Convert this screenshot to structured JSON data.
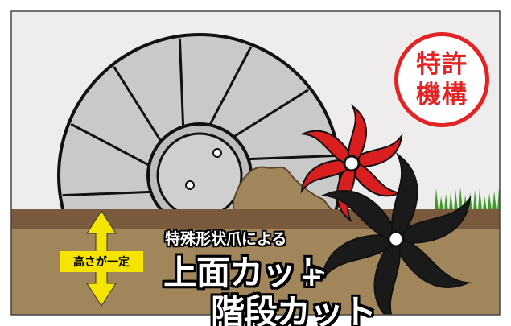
{
  "badge": {
    "line1": "特許",
    "line2": "機構",
    "color": "#e32424"
  },
  "height_label": "高さが一定",
  "subtitle": "特殊形状爪による",
  "cut1": "上面カット",
  "plus": "+",
  "cut2": "階段カット",
  "colors": {
    "sky": "#eeecec",
    "soil": "#a0865a",
    "soil_band": "#7a5a3c",
    "arrow": "#f5e400",
    "red_tine": "#d81e1e",
    "black_tine": "#1a1a1a",
    "grass": "#3f9a2a"
  }
}
